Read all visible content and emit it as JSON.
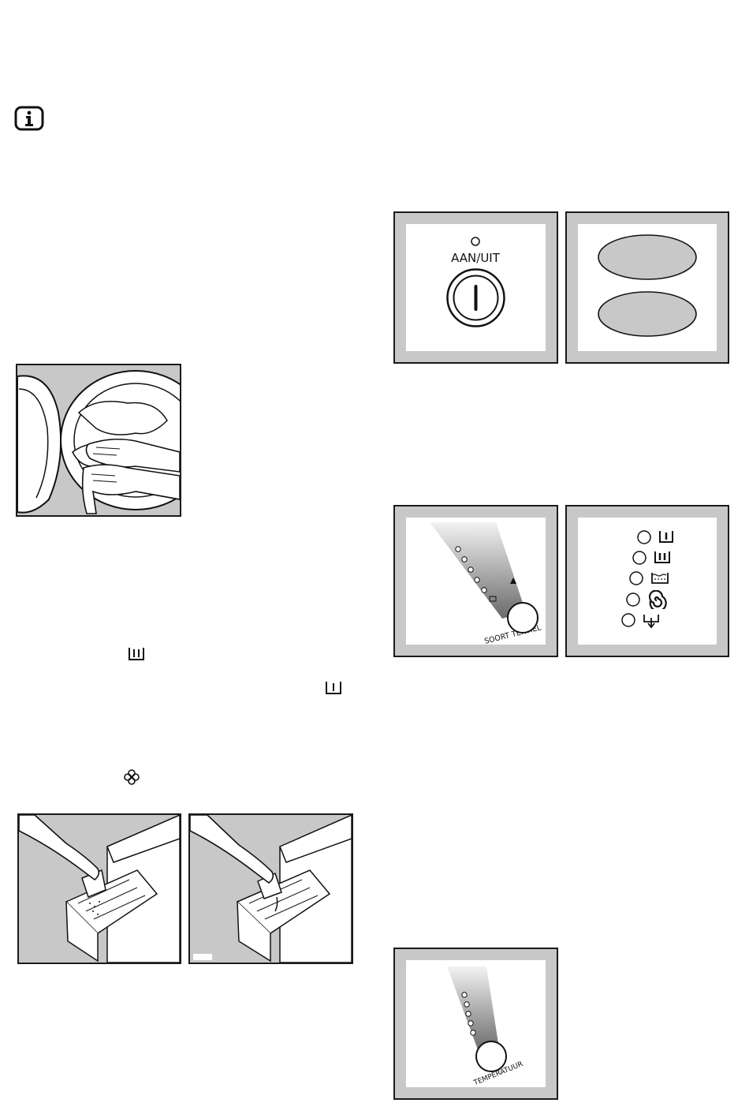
{
  "info_icon": {
    "name": "info-icon"
  },
  "illustrations": {
    "loading_laundry": {
      "name": "drum-loading-illustration"
    },
    "detergent_powder": {
      "name": "detergent-powder-illustration"
    },
    "detergent_liquid": {
      "name": "detergent-liquid-illustration"
    }
  },
  "inline_symbols": {
    "main_wash": "main-wash-icon",
    "prewash": "prewash-icon",
    "softener": "softener-flower-icon"
  },
  "panels": {
    "power": {
      "label": "AAN/UIT",
      "icon": "power-icon"
    },
    "buttons": {
      "icon": "oval-buttons"
    },
    "fabric": {
      "label": "SOORT TEXTIEL",
      "icon": "fabric-selector-dial"
    },
    "options": {
      "icons": [
        "prewash-icon",
        "main-wash-icon",
        "rinse-icon",
        "spin-icon",
        "drain-icon"
      ]
    },
    "temperature": {
      "label": "TEMPERATUUR",
      "icon": "temperature-selector-dial"
    }
  }
}
